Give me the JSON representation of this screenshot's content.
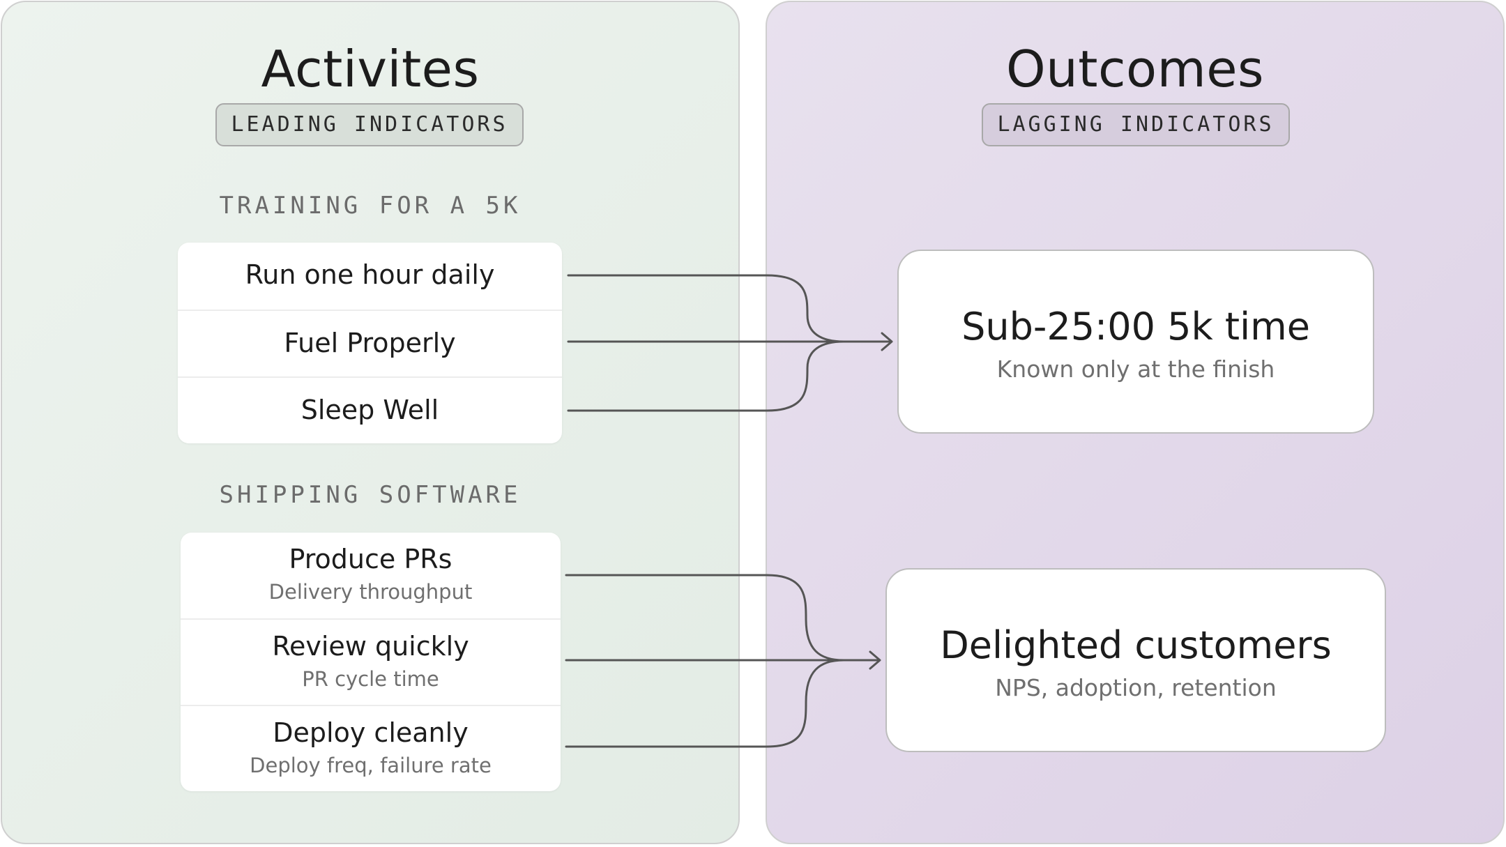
{
  "left_panel": {
    "title": "Activites",
    "badge": "LEADING INDICATORS",
    "groups": [
      {
        "label": "TRAINING FOR A 5K",
        "items": [
          {
            "title": "Run one hour daily"
          },
          {
            "title": "Fuel Properly"
          },
          {
            "title": "Sleep Well"
          }
        ]
      },
      {
        "label": "SHIPPING SOFTWARE",
        "items": [
          {
            "title": "Produce PRs",
            "subtitle": "Delivery throughput"
          },
          {
            "title": "Review quickly",
            "subtitle": "PR cycle time"
          },
          {
            "title": "Deploy cleanly",
            "subtitle": "Deploy freq, failure rate"
          }
        ]
      }
    ]
  },
  "right_panel": {
    "title": "Outcomes",
    "badge": "LAGGING INDICATORS",
    "outcomes": [
      {
        "title": "Sub-25:00 5k time",
        "subtitle": "Known only at the finish"
      },
      {
        "title": "Delighted customers",
        "subtitle": "NPS, adoption, retention"
      }
    ]
  },
  "colors": {
    "left_panel_bg": "#e6eee8",
    "right_panel_bg": "#e1d7e9",
    "connector": "#555555"
  }
}
